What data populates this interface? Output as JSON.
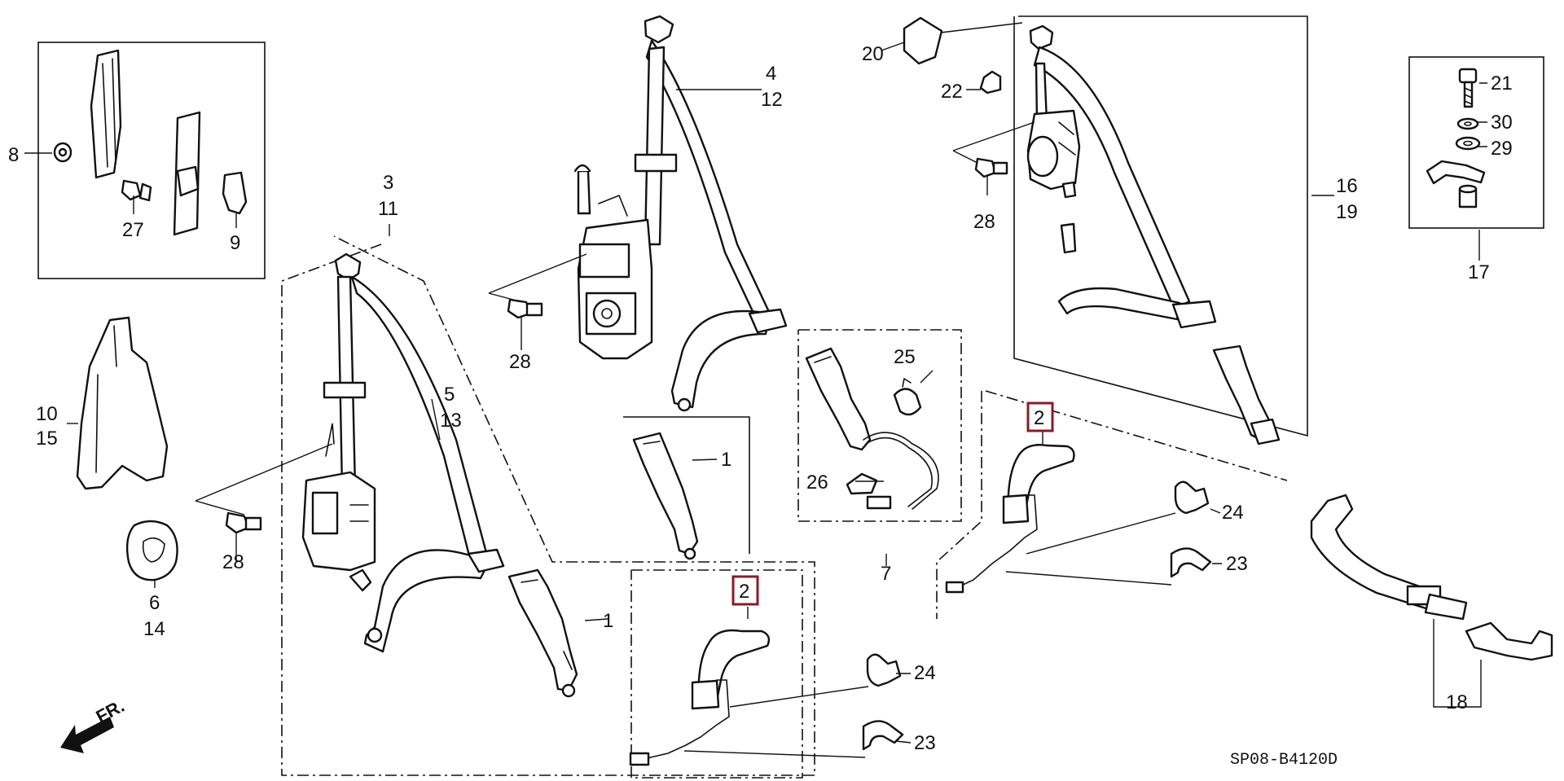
{
  "diagram": {
    "code": "SP08-B4120D",
    "direction_label": "FR.",
    "callouts": {
      "c8": "8",
      "c27": "27",
      "c9": "9",
      "c10": "10",
      "c15": "15",
      "c6": "6",
      "c14": "14",
      "c28a": "28",
      "c28b": "28",
      "c28c": "28",
      "c3": "3",
      "c11": "11",
      "c5": "5",
      "c13": "13",
      "c4": "4",
      "c12": "12",
      "c1a": "1",
      "c1b": "1",
      "c2a": "2",
      "c2b": "2",
      "c24a": "24",
      "c24b": "24",
      "c23a": "23",
      "c23b": "23",
      "c25": "25",
      "c26": "26",
      "c7": "7",
      "c20": "20",
      "c22": "22",
      "c16": "16",
      "c19": "19",
      "c21": "21",
      "c30": "30",
      "c29": "29",
      "c17": "17",
      "c18": "18"
    }
  }
}
